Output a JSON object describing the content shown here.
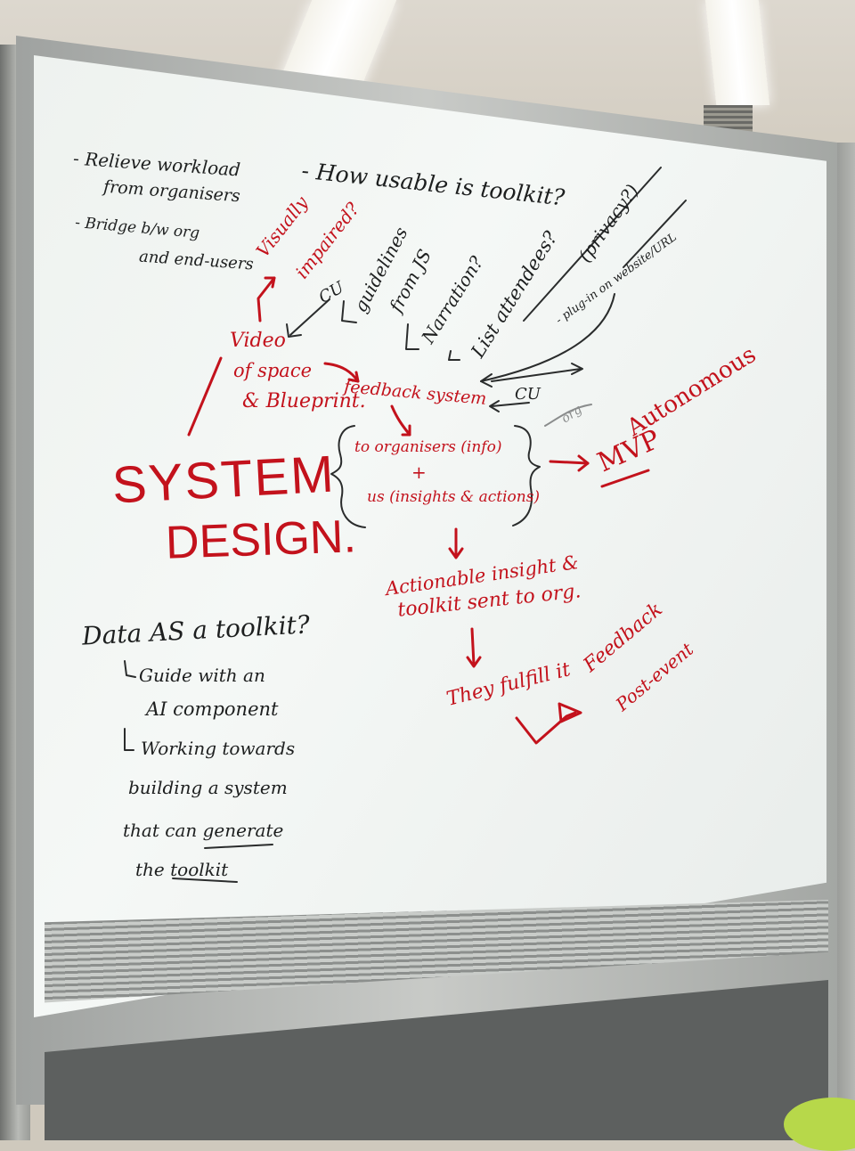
{
  "colors": {
    "black_marker": "#1d1f1f",
    "red_marker": "#c3121c",
    "board": "#f0f4f1"
  },
  "notes": {
    "relieve_workload": "- Relieve workload",
    "from_organisers": "from organisers",
    "bridge": "- Bridge b/w org",
    "and_end_users": "and end-users",
    "how_usable": "- How usable is toolkit?",
    "visually_impaired_1": "Visually",
    "visually_impaired_2": "impaired?",
    "cu_1": "CU",
    "guidelines_1": "guidelines",
    "guidelines_2": "from JS",
    "narration": "Narration?",
    "list_attendees": "List attendees?",
    "privacy": "(privacy?)",
    "plug_in": "- plug-in on website/URL",
    "video_1": "Video",
    "video_2": "of space",
    "blueprint": "& Blueprint.",
    "feedback_system": "feedback system",
    "cu_2": "CU",
    "org": "org",
    "to_organisers": "to organisers (info)",
    "plus": "+",
    "us_insights": "us (insights & actions)",
    "mvp": "MVP",
    "autonomous": "Autonomous",
    "system": "SYSTEM",
    "design": "DESIGN.",
    "actionable_1": "Actionable insight &",
    "actionable_2": "toolkit sent to org.",
    "they_fulfill": "They fulfill it",
    "feedback_1": "Feedback",
    "feedback_2": "Post-event",
    "data_as_toolkit": "Data AS a toolkit?",
    "guide_with": "Guide with an",
    "ai_component": "AI component",
    "working_towards": "Working towards",
    "building_system": "building a system",
    "that_can_generate": "that can generate",
    "the_toolkit": "the toolkit"
  }
}
